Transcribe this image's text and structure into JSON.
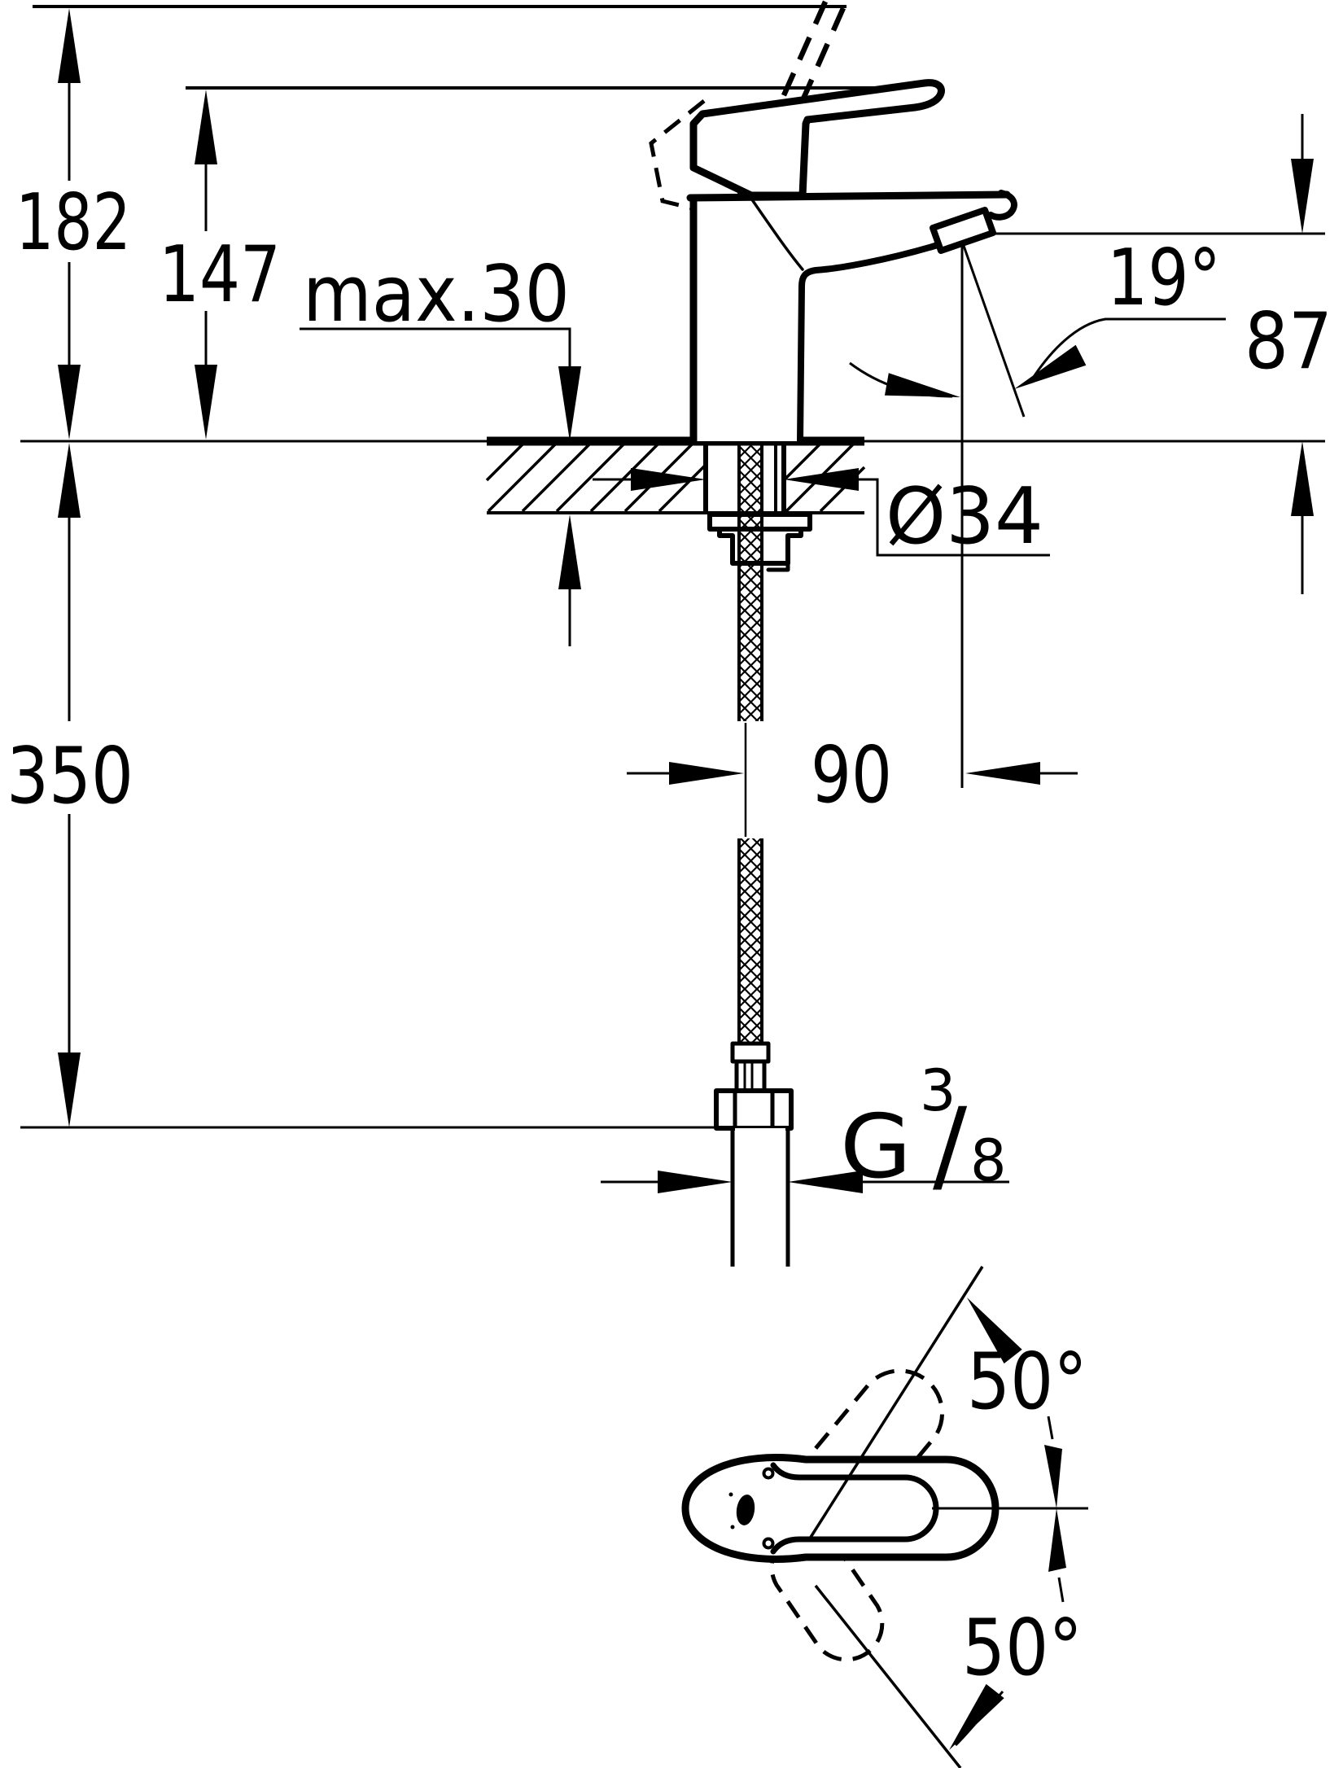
{
  "drawing": {
    "kind": "faucet-installation-dimension-drawing",
    "colors": {
      "ink": "#000000",
      "paper": "#ffffff"
    },
    "dims": {
      "total_height": "182",
      "lever_height": "147",
      "deck_thickness": "max.30",
      "spout_angle": "19°",
      "outlet_height": "87",
      "hole_diameter": "Ø34",
      "below_deck_length": "350",
      "spout_reach": "90",
      "swivel_upper": "50°",
      "swivel_lower": "50°",
      "thread": {
        "letter": "G",
        "numerator": "3",
        "slash": "/",
        "denominator": "8"
      }
    }
  }
}
